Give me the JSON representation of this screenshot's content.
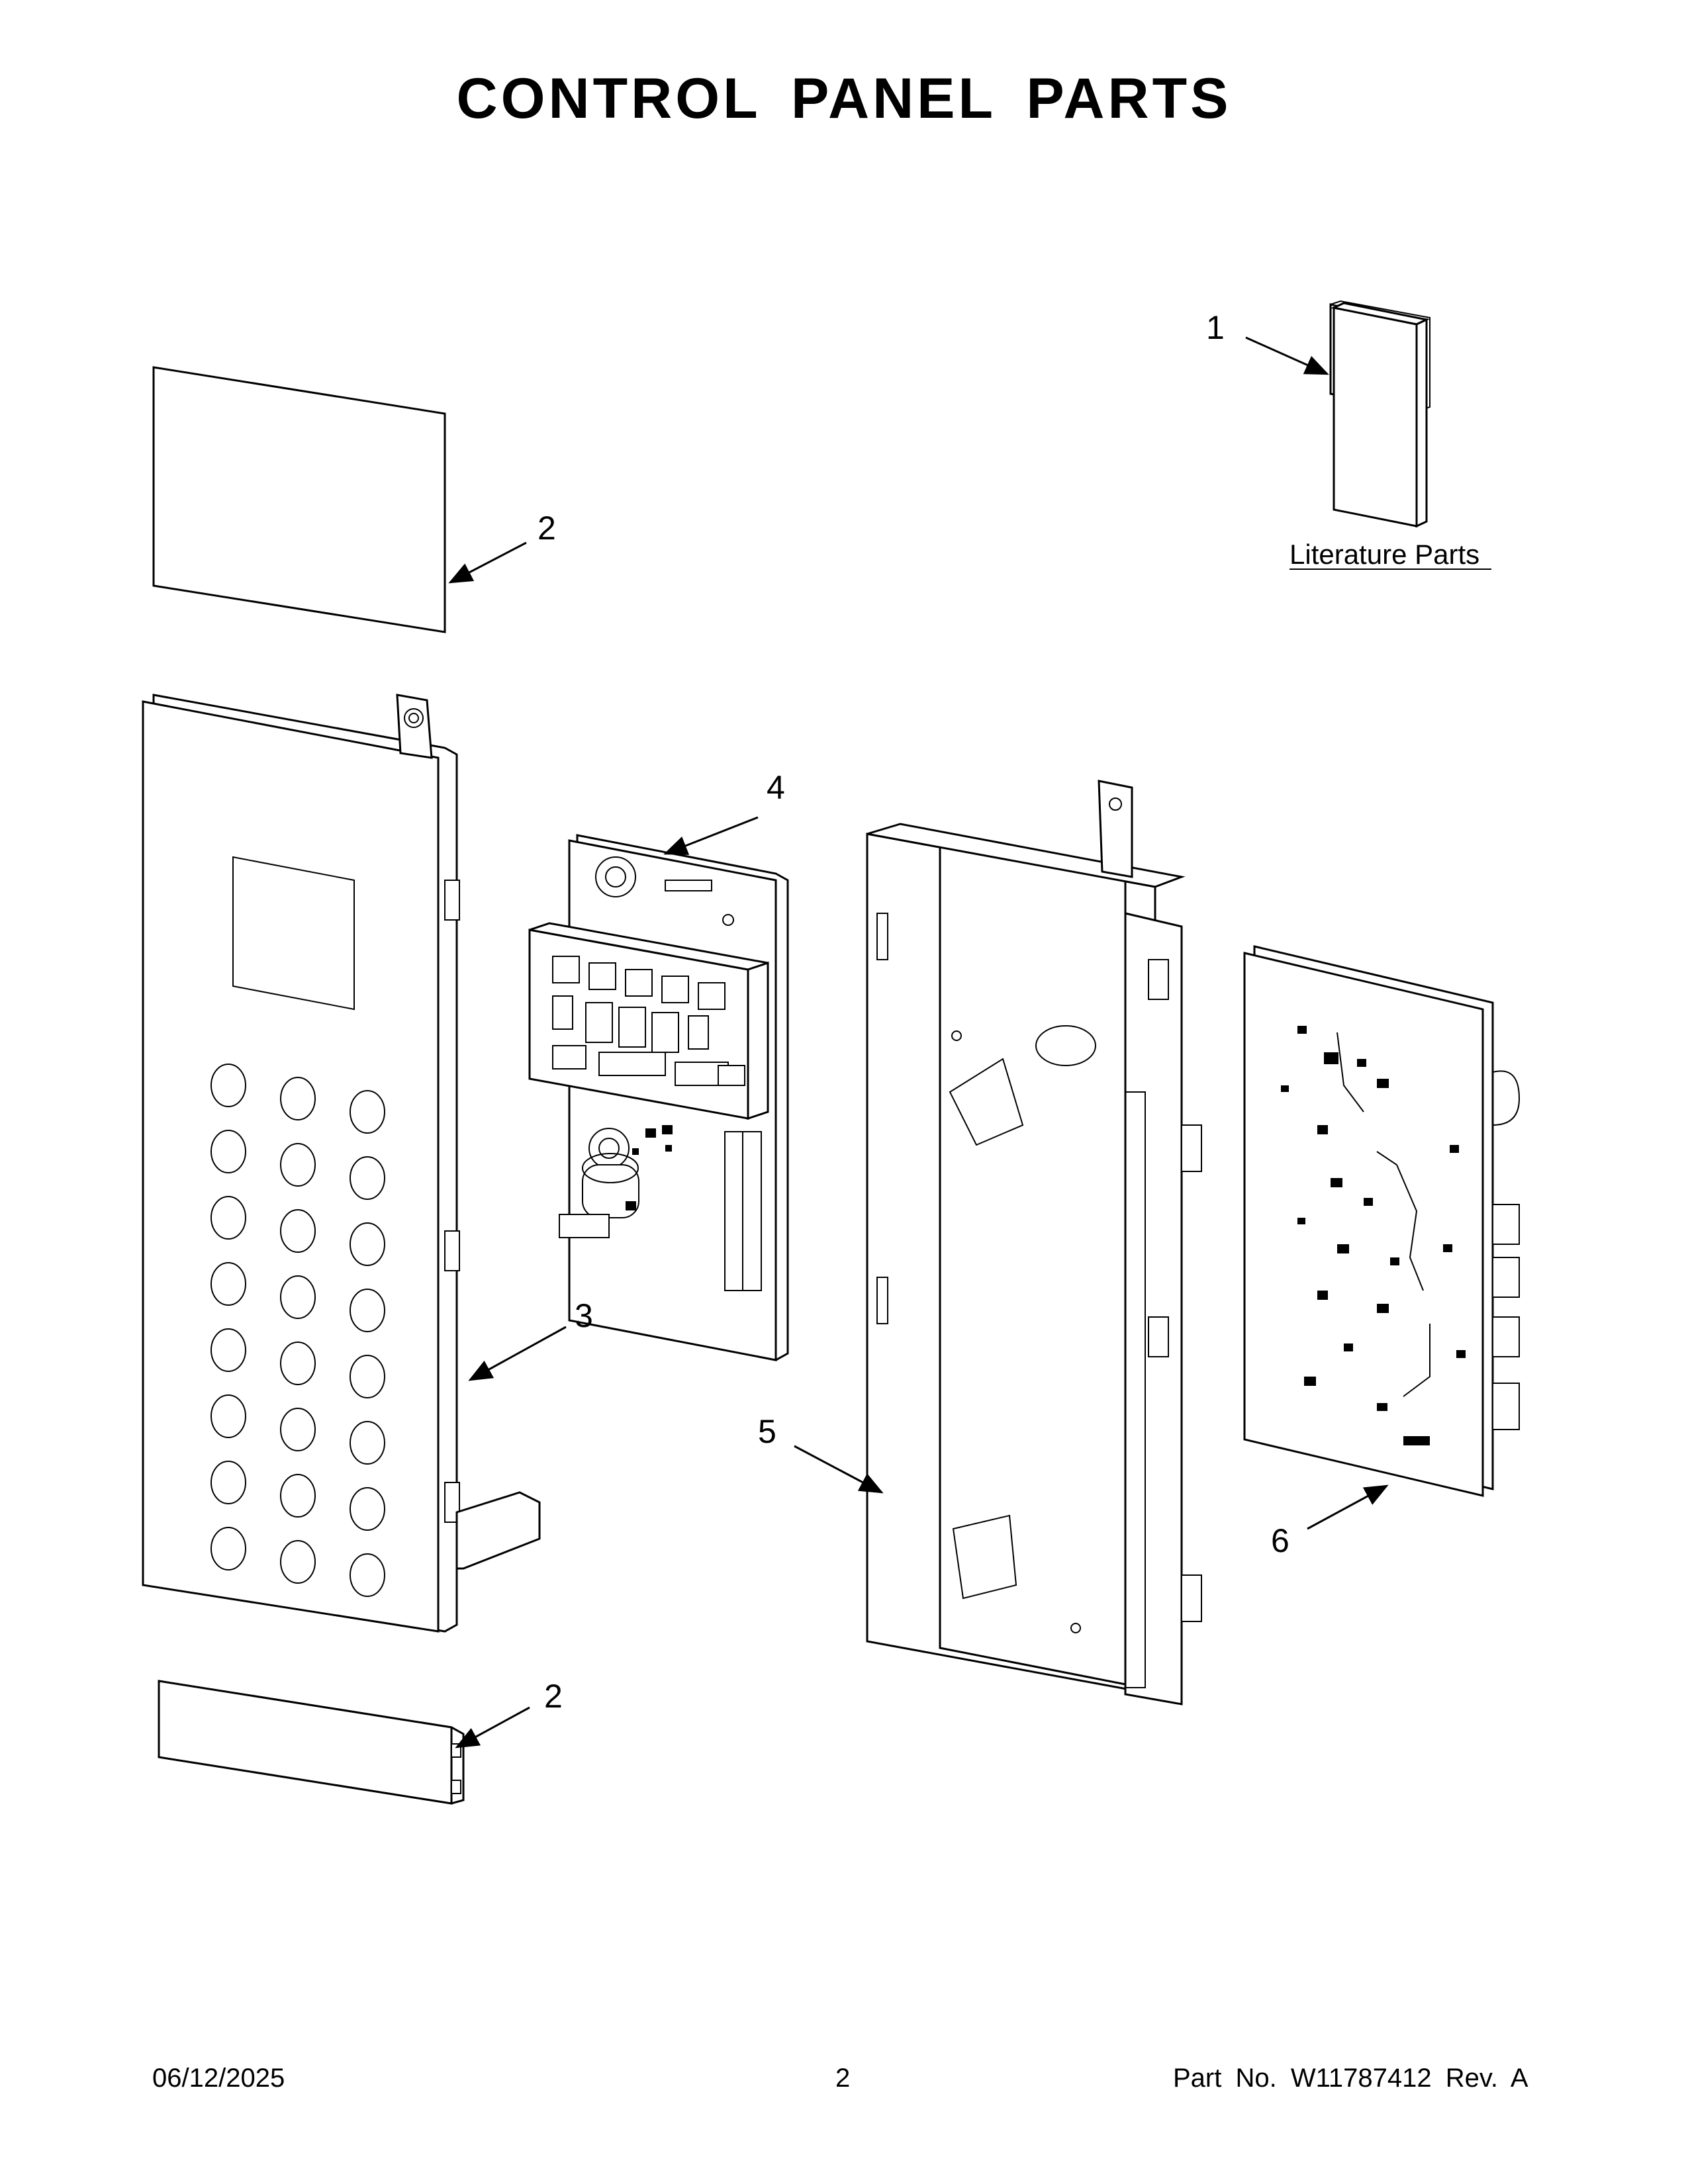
{
  "page": {
    "title": "CONTROL PANEL PARTS"
  },
  "footer": {
    "date": "06/12/2025",
    "page_number": "2",
    "part_number": "Part No.  W11787412  Rev.  A"
  },
  "callouts": [
    {
      "id": "callout-1",
      "label": "1"
    },
    {
      "id": "callout-2-top",
      "label": "2"
    },
    {
      "id": "callout-2-bottom",
      "label": "2"
    },
    {
      "id": "callout-3",
      "label": "3"
    },
    {
      "id": "callout-4",
      "label": "4"
    },
    {
      "id": "callout-5",
      "label": "5"
    },
    {
      "id": "callout-6",
      "label": "6"
    }
  ],
  "literature": {
    "label": "Literature Parts"
  }
}
